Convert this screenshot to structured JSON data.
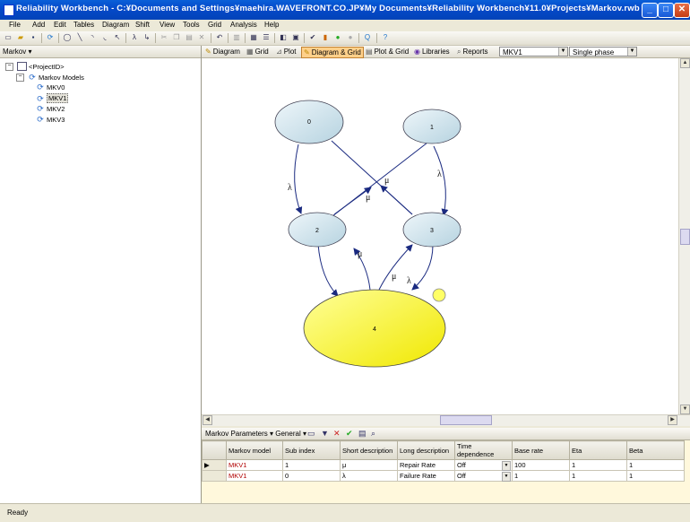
{
  "window": {
    "title": "Reliability Workbench - C:¥Documents and Settings¥maehira.WAVEFRONT.CO.JP¥My Documents¥Reliability Workbench¥11.0¥Projects¥Markov.rwb",
    "minimize": "_",
    "maximize": "□",
    "close": "✕"
  },
  "menu": [
    "File",
    "Add",
    "Edit",
    "Tables",
    "Diagram",
    "Shift",
    "View",
    "Tools",
    "Grid",
    "Analysis",
    "Help"
  ],
  "left_panel": {
    "header": "Markov ▾",
    "tree": {
      "root": "<ProjectID>",
      "group": "Markov Models",
      "models": [
        "MKV0",
        "MKV1",
        "MKV2",
        "MKV3"
      ],
      "selected": "MKV1"
    }
  },
  "tabs": [
    {
      "label": "Diagram",
      "icon": "pencil-icon"
    },
    {
      "label": "Grid",
      "icon": "grid-icon"
    },
    {
      "label": "Plot",
      "icon": "plot-icon"
    },
    {
      "label": "Diagram & Grid",
      "icon": "diagram-grid-icon",
      "active": true
    },
    {
      "label": "Plot & Grid",
      "icon": "plot-grid-icon"
    },
    {
      "label": "Libraries",
      "icon": "libraries-icon"
    },
    {
      "label": "Reports",
      "icon": "reports-icon"
    }
  ],
  "model_select": "MKV1",
  "phase_select": "Single phase",
  "diagram": {
    "states": [
      {
        "label": "0"
      },
      {
        "label": "1"
      },
      {
        "label": "2"
      },
      {
        "label": "3"
      },
      {
        "label": "4"
      }
    ],
    "transition_labels": {
      "lambda": "λ",
      "mu": "μ"
    },
    "colors": {
      "state_fill": "#cfe3ec",
      "absorbing_fill": "#ffff66",
      "arrow": "#1a2a80"
    }
  },
  "grid_panel": {
    "title": "Markov Parameters ▾  General ▾",
    "columns": [
      "Markov model",
      "Sub index",
      "Short description",
      "Long description",
      "Time dependence",
      "Base rate",
      "Eta",
      "Beta"
    ],
    "rows": [
      {
        "model": "MKV1",
        "sub": "1",
        "short": "μ",
        "long": "Repair Rate",
        "time": "Off",
        "base": "100",
        "eta": "1",
        "beta": "1"
      },
      {
        "model": "MKV1",
        "sub": "0",
        "short": "λ",
        "long": "Failure Rate",
        "time": "Off",
        "base": "1",
        "eta": "1",
        "beta": "1"
      }
    ]
  },
  "status": "Ready"
}
